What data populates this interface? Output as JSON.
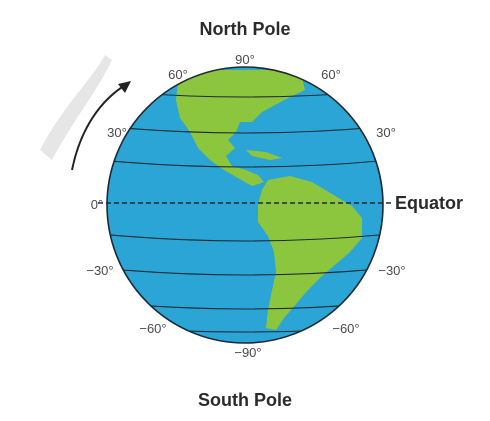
{
  "labels": {
    "north_pole": "North Pole",
    "south_pole": "South Pole",
    "equator": "Equator"
  },
  "latitudes": {
    "top": "90°",
    "upper_left_60": "60°",
    "upper_right_60": "60°",
    "left_30": "30°",
    "right_30": "30°",
    "zero": "0°",
    "left_neg30": "−30°",
    "right_neg30": "−30°",
    "lower_left_neg60": "−60°",
    "lower_right_neg60": "−60°",
    "bottom": "−90°"
  },
  "colors": {
    "ocean": "#2aa5d6",
    "land": "#8cc63f",
    "outline": "#1e2a33",
    "arrow": "#222222",
    "text": "#2b2b2b"
  },
  "icons": {
    "rotation": "curved-arrow-icon"
  }
}
